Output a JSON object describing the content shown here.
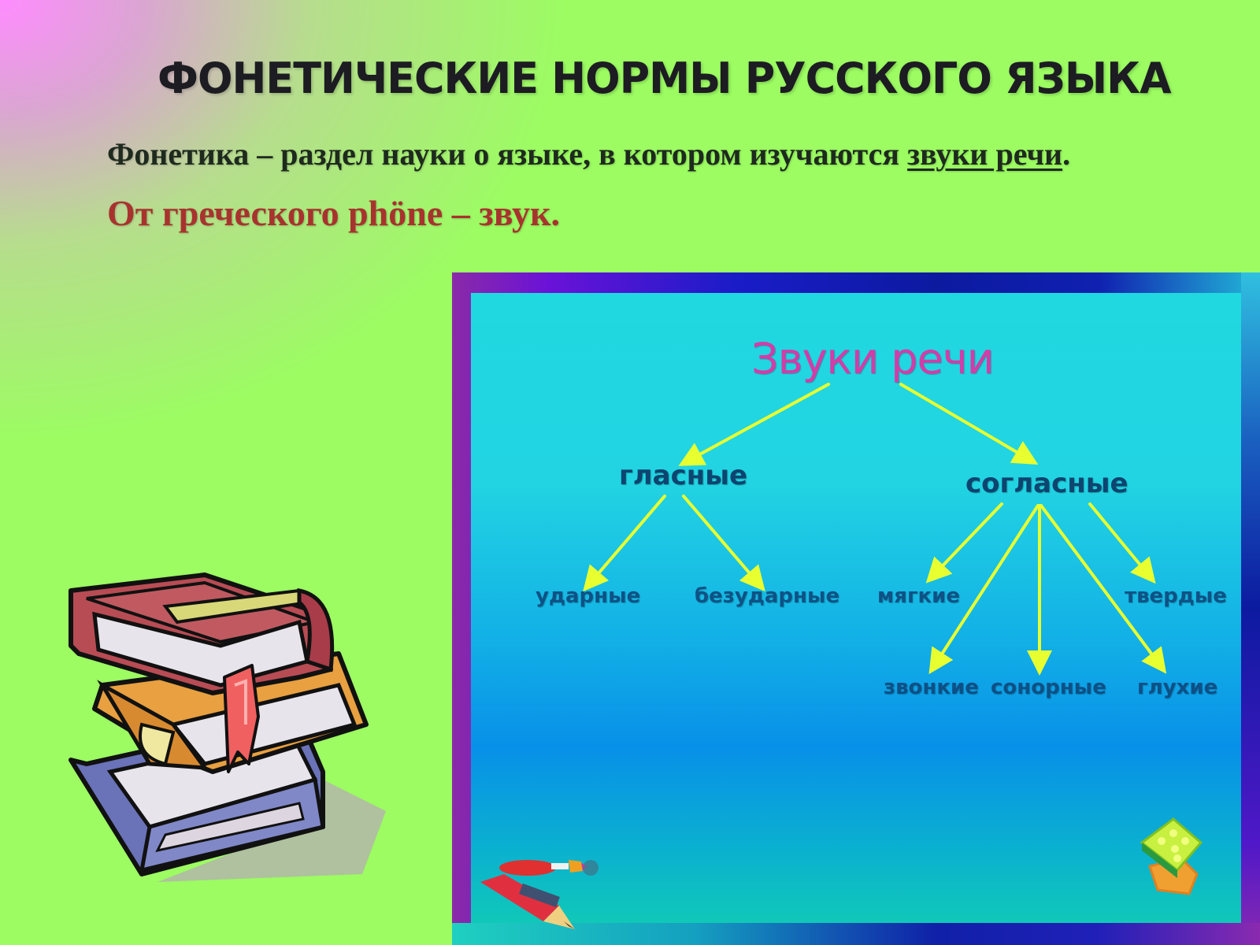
{
  "slide": {
    "title": "ФОНЕТИЧЕСКИЕ НОРМЫ РУССКОГО ЯЗЫКА",
    "definition": {
      "prefix": "Фонетика – раздел науки о языке, в котором изучаются ",
      "underlined": "звуки речи",
      "suffix": "."
    },
    "origin": "От греческого phöne – звук.",
    "colors": {
      "background_green": "#9cfc62",
      "background_pink": "#ff8cff",
      "title": "#1c1c22",
      "origin_text": "#a8332e",
      "diagram_root": "#d43ca8",
      "diagram_nodes": "#0e4a78",
      "arrows": "#e8ff30"
    }
  },
  "diagram": {
    "root": "Звуки речи",
    "branches": [
      {
        "label": "гласные",
        "children": [
          "ударные",
          "безударные"
        ]
      },
      {
        "label": "согласные",
        "children": [
          "мягкие",
          "твердые",
          "звонкие",
          "сонорные",
          "глухие"
        ]
      }
    ]
  },
  "illustrations": {
    "books": "stack-of-books",
    "pencils": "pencils-and-brush",
    "cube": "green-dice-on-orange-block"
  }
}
